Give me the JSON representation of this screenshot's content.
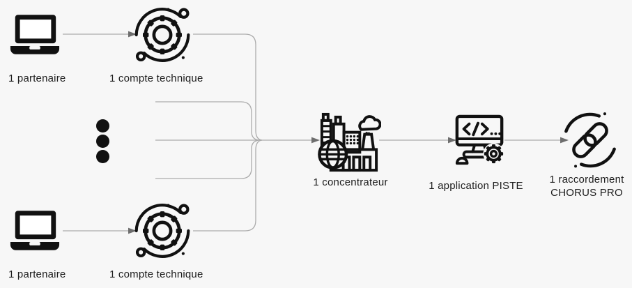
{
  "diagram": {
    "type": "flow-diagram",
    "nodes": {
      "partner_top": {
        "id": "partner-top",
        "label": "1 partenaire",
        "icon": "laptop-icon"
      },
      "account_top": {
        "id": "account-top",
        "label": "1 compte technique",
        "icon": "gear-sync-icon"
      },
      "partner_bottom": {
        "id": "partner-bottom",
        "label": "1 partenaire",
        "icon": "laptop-icon"
      },
      "account_bottom": {
        "id": "account-bottom",
        "label": "1 compte technique",
        "icon": "gear-sync-icon"
      },
      "concentrator": {
        "id": "concentrator",
        "label": "1 concentrateur",
        "icon": "factory-globe-icon"
      },
      "piste_app": {
        "id": "piste-app",
        "label": "1 application PISTE",
        "icon": "code-monitor-icon"
      },
      "chorus": {
        "id": "chorus-link",
        "label": "1 raccordement CHORUS PRO",
        "line1": "1 raccordement",
        "line2": "CHORUS PRO",
        "icon": "chain-link-icon"
      }
    },
    "ellipsis": {
      "icon": "vertical-ellipsis-icon",
      "dots": 3
    },
    "edges": [
      {
        "from": "partner-top",
        "to": "account-top"
      },
      {
        "from": "partner-bottom",
        "to": "account-bottom"
      },
      {
        "from": "account-top",
        "to": "concentrator"
      },
      {
        "from": "account-bottom",
        "to": "concentrator"
      },
      {
        "from": "ellipsis-rows",
        "to": "concentrator"
      },
      {
        "from": "concentrator",
        "to": "piste-app"
      },
      {
        "from": "piste-app",
        "to": "chorus-link"
      }
    ],
    "colors": {
      "background": "#f7f7f7",
      "icon": "#111111",
      "connector": "#ababab",
      "arrowhead": "#6e6e6e",
      "text": "#1d1d1d"
    }
  }
}
